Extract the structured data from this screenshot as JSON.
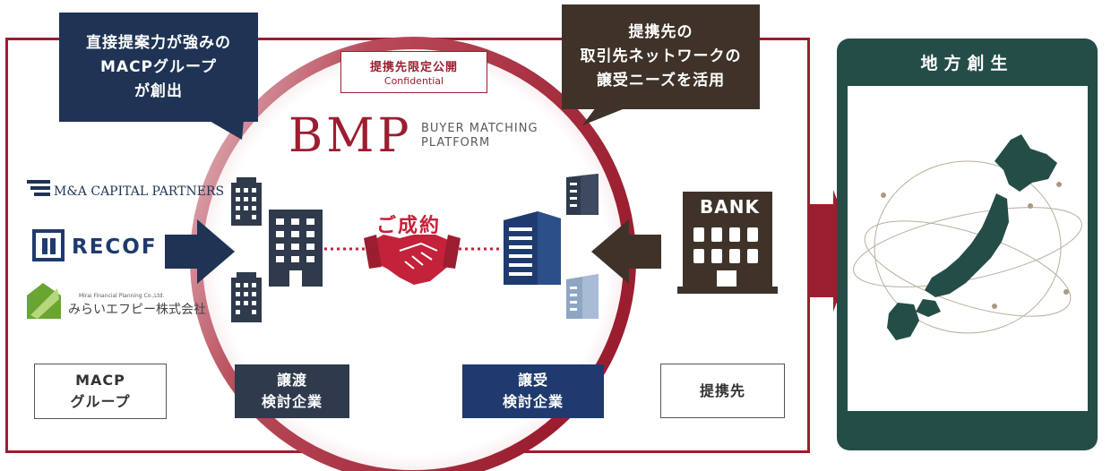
{
  "callouts": {
    "left_lines": [
      "直接提案力が強みの",
      "MACPグループ",
      "が創出"
    ],
    "right_lines": [
      "提携先の",
      "取引先ネットワークの",
      "譲受ニーズを活用"
    ]
  },
  "confidential": {
    "title": "提携先限定公開",
    "subtitle": "Confidential"
  },
  "platform": {
    "logo": "BMP",
    "name_line1": "BUYER MATCHING",
    "name_line2": "PLATFORM"
  },
  "deal_label": "ご成約",
  "group_logos": {
    "macp": "M&A CAPITAL PARTNERS",
    "recof": "RECOF",
    "mirai_small": "Mirai Financial Planning Co.,Ltd.",
    "mirai": "みらいエフピー株式会社"
  },
  "labels": {
    "macp_group": [
      "MACP",
      "グループ"
    ],
    "seller": [
      "譲渡",
      "検討企業"
    ],
    "buyer": [
      "譲受",
      "検討企業"
    ],
    "partner": "提携先"
  },
  "bank_label": "BANK",
  "region": {
    "title": "地方創生"
  },
  "icons": [
    "building-icon",
    "handshake-icon",
    "bank-icon",
    "japan-map-icon",
    "arrow-right-icon",
    "arrow-left-icon"
  ],
  "colors": {
    "accent_red": "#9b1e2f",
    "navy": "#1f3454",
    "dark_brown": "#3f3329",
    "region_green": "#254d47",
    "building_dark": "#2f3a4c",
    "building_blue": "#1f3a6e",
    "building_light": "#8ea6c4"
  }
}
